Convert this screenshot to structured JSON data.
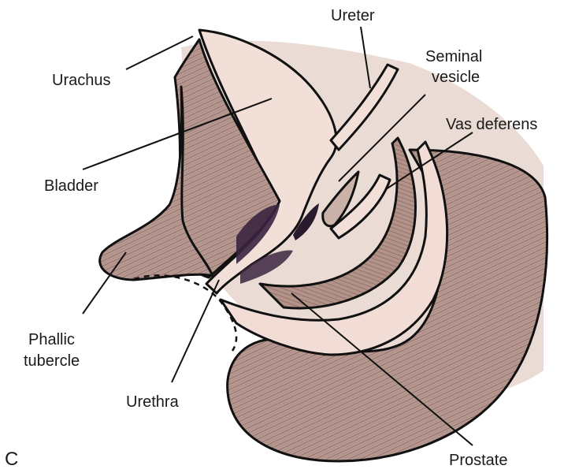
{
  "panel_letter": "C",
  "labels": {
    "ureter": "Ureter",
    "seminal_vesicle_line1": "Seminal",
    "seminal_vesicle_line2": "vesicle",
    "vas_deferens": "Vas deferens",
    "urachus": "Urachus",
    "bladder": "Bladder",
    "phallic_tubercle_line1": "Phallic",
    "phallic_tubercle_line2": "tubercle",
    "urethra": "Urethra",
    "prostate": "Prostate"
  },
  "colors": {
    "tissue": "#b89a92",
    "tissue_dark": "#9b7a73",
    "lumen": "#f2dfd8",
    "shadow_blush": "#d8b8ae",
    "cavity": "#3b2440",
    "outline": "#111111",
    "background": "#ffffff"
  }
}
